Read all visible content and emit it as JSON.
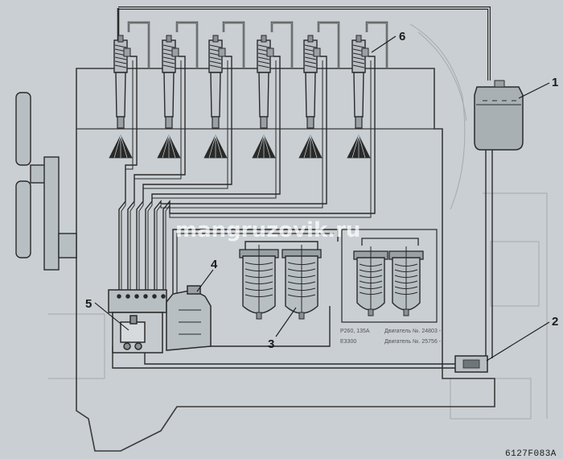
{
  "watermark": "mangruzovik.ru",
  "figure_code": "6127F083A",
  "callouts": {
    "c1": "1",
    "c2": "2",
    "c3": "3",
    "c4": "4",
    "c5": "5",
    "c6": "6"
  },
  "engine_labels": {
    "left_top": "Р260, 135А",
    "left_bottom": "Е3300",
    "right_top": "Двигатель №. 24803 -",
    "right_bottom": "Двигатель №. 25756 -"
  },
  "colors": {
    "background": "#c9cfd2",
    "line": "#2a2a2a",
    "fuel_tank_fill": "#a9b0b4"
  }
}
